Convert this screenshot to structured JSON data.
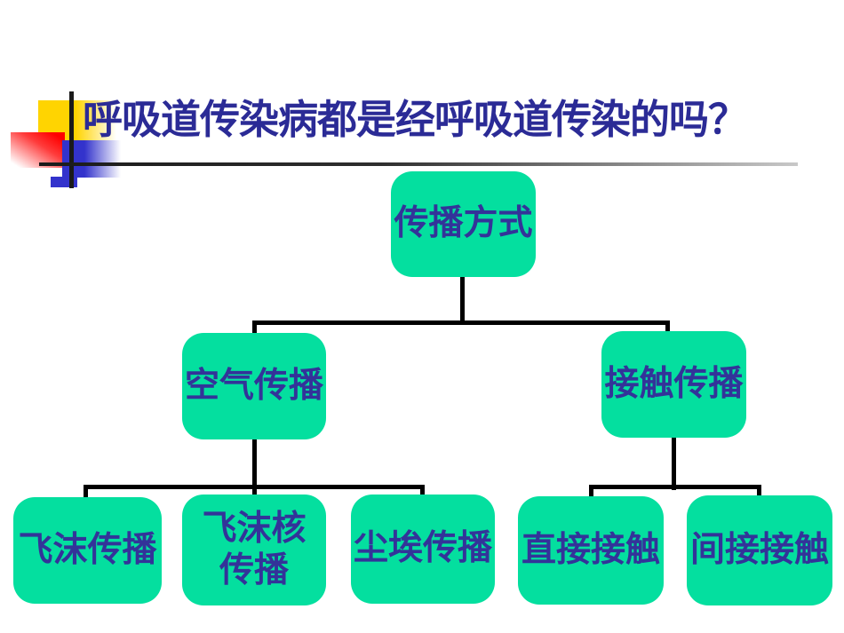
{
  "slide": {
    "title": "呼吸道传染病都是经呼吸道传染的吗？"
  },
  "colors": {
    "title_text": "#2B2B96",
    "node_fill": "#04DF9F",
    "node_text": "#333399",
    "connector": "#000000",
    "deco_yellow": "#FFD401",
    "deco_red": "#FF0000",
    "deco_blue": "#3333CC",
    "underline_left": "#1B1B1B",
    "underline_right": "#C8C8C8",
    "background": "#FFFFFF"
  },
  "diagram": {
    "type": "tree",
    "nodes": [
      {
        "id": "root",
        "label": "传播方式",
        "children": [
          "空气传播",
          "接触传播"
        ]
      },
      {
        "id": "air",
        "label": "空气传播",
        "children": [
          "飞沫传播",
          "飞沫核传播",
          "尘埃传播"
        ]
      },
      {
        "id": "contact",
        "label": "接触传播",
        "children": [
          "直接接触",
          "间接接触"
        ]
      },
      {
        "id": "droplet",
        "label": "飞沫传播",
        "children": []
      },
      {
        "id": "nuclei",
        "label": "飞沫核\n传播",
        "full_label": "飞沫核传播",
        "children": []
      },
      {
        "id": "dust",
        "label": "尘埃传播",
        "children": []
      },
      {
        "id": "direct",
        "label": "直接接触",
        "children": []
      },
      {
        "id": "indirect",
        "label": "间接接触",
        "children": []
      }
    ]
  }
}
